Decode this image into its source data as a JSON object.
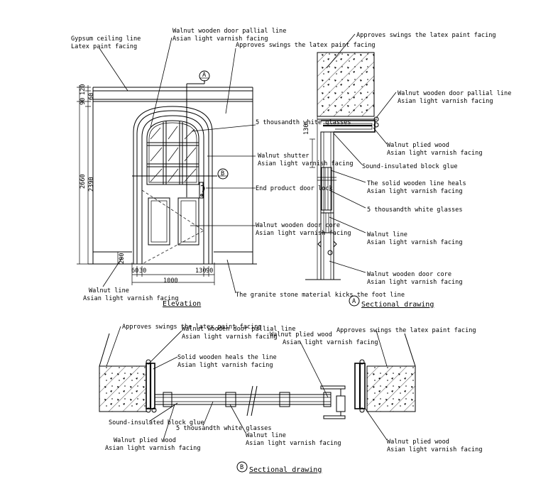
{
  "elevation": {
    "title": "Elevation",
    "section_a_marker": "A",
    "section_b_marker": "B",
    "labels": {
      "gypsum_1": "Gypsum ceiling line",
      "gypsum_2": "Latex paint facing",
      "pallial_1": "Walnut wooden door pallial line",
      "pallial_2": "Asian light varnish facing",
      "approves": "Approves swings the latex paint facing",
      "glasses": "5 thousandth white glasses",
      "shutter_1": "Walnut shutter",
      "shutter_2": "Asian light varnish facing",
      "lock": "End product door lock",
      "core_1": "Walnut wooden door core",
      "core_2": "Asian light varnish facing",
      "line_1": "Walnut line",
      "line_2": "Asian light varnish facing",
      "granite": "The granite stone material kicks the foot line"
    },
    "dims": {
      "d90": "90",
      "d120": "120",
      "d60": "60",
      "d2660": "2660",
      "d2390": "2390",
      "d200": "200",
      "d60b": "60",
      "d30": "30",
      "d130": "130",
      "d90b": "90",
      "d1000": "1000"
    }
  },
  "section_a": {
    "title": "Sectional drawing",
    "marker": "A",
    "dim_130": "130",
    "labels": {
      "approves": "Approves swings the latex paint facing",
      "pallial_1": "Walnut wooden door pallial line",
      "pallial_2": "Asian light varnish facing",
      "plied_1": "Walnut plied wood",
      "plied_2": "Asian light varnish facing",
      "glue": "Sound-insulated block glue",
      "heals_1": "The solid wooden line heals",
      "heals_2": "Asian light varnish facing",
      "glasses": "5 thousandth white glasses",
      "line_1": "Walnut line",
      "line_2": "Asian light varnish facing",
      "core_1": "Walnut wooden door core",
      "core_2": "Asian light varnish facing"
    }
  },
  "section_b": {
    "title": "Sectional drawing",
    "marker": "B",
    "labels": {
      "approves_left": "Approves swings the latex paint facing",
      "pallial_1": "Walnut wooden door pallial line",
      "pallial_2": "Asian light varnish facing",
      "plied_top_1": "Walnut plied wood",
      "plied_top_2": "Asian light varnish facing",
      "approves_right": "Approves swings the latex paint facing",
      "heals_1": "Solid wooden heals the line",
      "heals_2": "Asian light varnish facing",
      "glue": "Sound-insulated block glue",
      "plied_left_1": "Walnut plied wood",
      "plied_left_2": "Asian light varnish facing",
      "glasses": "5 thousandth white glasses",
      "line_1": "Walnut line",
      "line_2": "Asian light varnish facing",
      "plied_right_1": "Walnut plied wood",
      "plied_right_2": "Asian light varnish facing"
    }
  }
}
